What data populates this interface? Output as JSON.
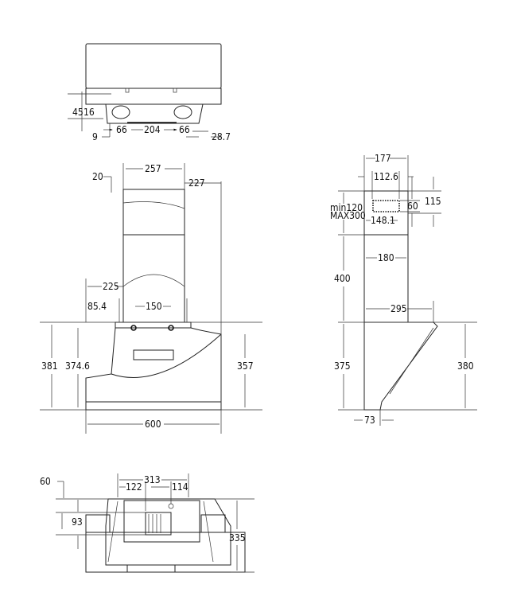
{
  "top_view": {
    "dims": [
      "45",
      "16",
      "66",
      "204",
      "66",
      "9",
      "28.7"
    ]
  },
  "front_view": {
    "dims": [
      "20",
      "257",
      "227",
      "225",
      "85.4",
      "150",
      "381",
      "374.6",
      "357",
      "600"
    ]
  },
  "side_view": {
    "dims": [
      "177",
      "112.6",
      "min120",
      "MAX300",
      "148.1",
      "60",
      "115",
      "180",
      "400",
      "295",
      "375",
      "380",
      "73"
    ]
  },
  "bottom_view": {
    "dims": [
      "60",
      "313",
      "122",
      "114",
      "93",
      "335"
    ]
  },
  "colors": {
    "line": "#222222",
    "background": "#ffffff"
  }
}
